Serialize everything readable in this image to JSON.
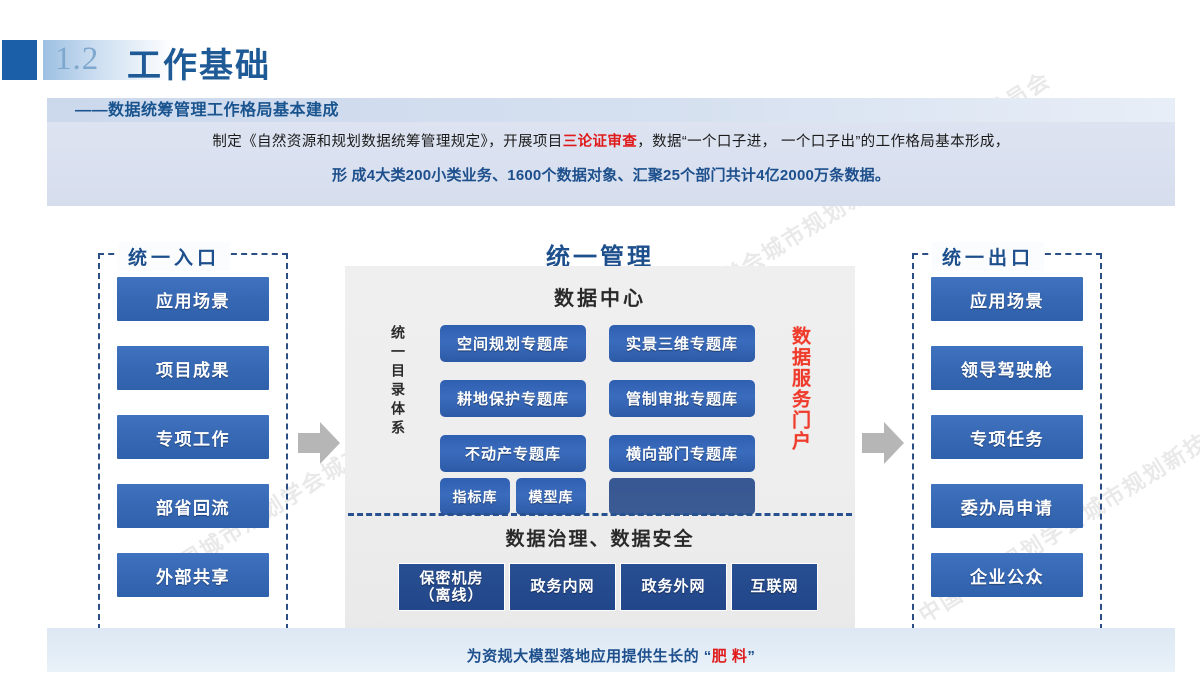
{
  "title": {
    "number": "1.2",
    "text": "工作基础",
    "subtitle": "——数据统筹管理工作格局基本建成"
  },
  "paragraph": {
    "line1_a": "制定《自然资源和规划数据统筹管理规定》，开展项目",
    "line1_highlight": "三论证审查",
    "line1_b": "，数据“一个口子进， 一个口子出”的工作格局基本形成，",
    "line2": "形 成4大类200小类业务、1600个数据对象、汇聚25个部门共计4亿2000万条数据。"
  },
  "left_column": {
    "caption": "统一入口",
    "items": [
      "应用场景",
      "项目成果",
      "专项工作",
      "部省回流",
      "外部共享"
    ]
  },
  "right_column": {
    "caption": "统一出口",
    "items": [
      "应用场景",
      "领导驾驶舱",
      "专项任务",
      "委办局申请",
      "企业公众"
    ]
  },
  "center": {
    "title": "统一管理",
    "data_center_title": "数据中心",
    "catalog_vertical": "统一目录体系",
    "portal_vertical": "数据服务门户",
    "theme_left": [
      "空间规划专题库",
      "耕地保护专题库",
      "不动产专题库"
    ],
    "theme_right": [
      "实景三维专题库",
      "管制审批专题库",
      "横向部门专题库"
    ],
    "small_boxes": [
      "指标库",
      "模型库"
    ],
    "blank_box": "",
    "governance_title": "数据治理、数据安全",
    "networks": [
      {
        "line1": "保密机房",
        "line2": "（离线）"
      },
      {
        "line1": "政务内网",
        "line2": ""
      },
      {
        "line1": "政务外网",
        "line2": ""
      },
      {
        "line1": "互联网",
        "line2": ""
      }
    ]
  },
  "bottom": {
    "text_a": "为资规大模型落地应用提供生长的 “",
    "highlight": "肥 料",
    "text_b": "”"
  },
  "watermarks": [
    "中国城市规划学会城市规划新技术应用专业委员会",
    "中国城市规划学会城市规划新技术应用专业委员会",
    "中国城市规划学会城市规划新技术应用专业委员会"
  ],
  "colors": {
    "brand_blue": "#1d5a96",
    "box_blue": "#3768b4",
    "theme_blue": "#2f5fb0",
    "net_blue": "#274f91",
    "accent_red": "#e01b1b",
    "portal_red": "#ee3b2c",
    "panel_grey": "#eeeeee"
  }
}
